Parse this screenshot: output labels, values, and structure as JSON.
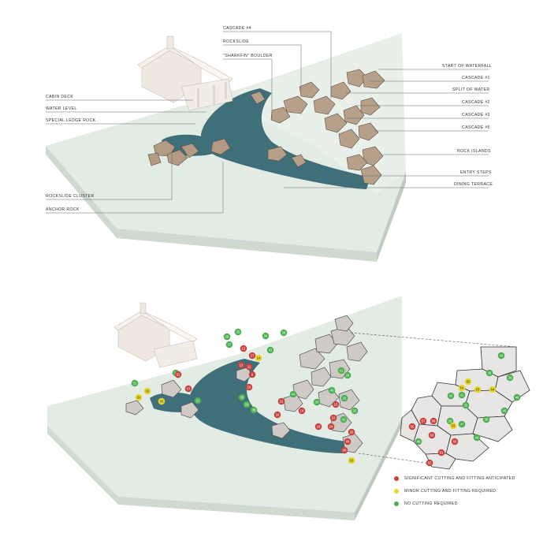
{
  "top_labels_left": [
    {
      "id": "cabin-deck",
      "text": "CABIN DECK"
    },
    {
      "id": "water-level",
      "text": "WATER LEVEL"
    },
    {
      "id": "special-ledge-rock",
      "text": "SPECIAL LEDGE ROCK"
    },
    {
      "id": "rockslide-cluster",
      "text": "ROCKSLIDE CLUSTER"
    },
    {
      "id": "anchor-rock",
      "text": "ANCHOR ROCK"
    }
  ],
  "top_labels_top": [
    {
      "id": "cascade-4",
      "text": "CASCADE #4"
    },
    {
      "id": "rockslide",
      "text": "ROCKSLIDE"
    },
    {
      "id": "sharkfin-boulder",
      "text": "\"SHARKFIN\" BOULDER"
    }
  ],
  "top_labels_right": [
    {
      "id": "start-of-waterfall",
      "text": "START OF WATERFALL"
    },
    {
      "id": "cascade-1",
      "text": "CASCADE #1"
    },
    {
      "id": "split-of-water",
      "text": "SPLIT OF WATER"
    },
    {
      "id": "cascade-2",
      "text": "CASCADE #2"
    },
    {
      "id": "cascade-3",
      "text": "CASCADE #3"
    },
    {
      "id": "cascade-5",
      "text": "CASCADE #5"
    },
    {
      "id": "rock-islands",
      "text": "ROCK ISLANDS"
    },
    {
      "id": "entry-steps",
      "text": "ENTRY STEPS"
    },
    {
      "id": "dining-terrace",
      "text": "DINING TERRACE"
    }
  ],
  "legend": [
    {
      "id": "significant",
      "text": "SIGNIFICANT CUTTING AND FITTING ANTICIPATED",
      "color": "#c8413f"
    },
    {
      "id": "minor",
      "text": "MINOR CUTTING AND FITTING REQUIRED",
      "color": "#e8d62a"
    },
    {
      "id": "none",
      "text": "NO CUTTING REQUIRED",
      "color": "#4caf50"
    }
  ],
  "colors": {
    "base": "#e2ebe3",
    "base_side": "#cad6cb",
    "base_front": "#d6e0d7",
    "water": "#3e6f78",
    "rock": "#b9a08a",
    "rock_dark": "#6b5a4c",
    "cabin": "#efe9e3"
  },
  "markers_top_model": [
    {
      "num": "28",
      "status": "none"
    },
    {
      "num": "35",
      "status": "none"
    },
    {
      "num": "34",
      "status": "none"
    },
    {
      "num": "36",
      "status": "none"
    },
    {
      "num": "27",
      "status": "none"
    },
    {
      "num": "12",
      "status": "significant"
    },
    {
      "num": "17",
      "status": "significant"
    },
    {
      "num": "13",
      "status": "significant"
    },
    {
      "num": "14",
      "status": "minor"
    },
    {
      "num": "43",
      "status": "none"
    },
    {
      "num": "11",
      "status": "significant"
    },
    {
      "num": "9",
      "status": "significant"
    },
    {
      "num": "30",
      "status": "none"
    },
    {
      "num": "31",
      "status": "none"
    },
    {
      "num": "02",
      "status": "minor"
    },
    {
      "num": "04",
      "status": "minor"
    },
    {
      "num": "05",
      "status": "minor"
    },
    {
      "num": "07",
      "status": "significant"
    },
    {
      "num": "01",
      "status": "significant"
    },
    {
      "num": "21",
      "status": "none"
    },
    {
      "num": "10",
      "status": "significant"
    },
    {
      "num": "29",
      "status": "none"
    },
    {
      "num": "39",
      "status": "none"
    },
    {
      "num": "38",
      "status": "none"
    },
    {
      "num": "16",
      "status": "significant"
    },
    {
      "num": "22",
      "status": "significant"
    },
    {
      "num": "44",
      "status": "none"
    },
    {
      "num": "19",
      "status": "significant"
    },
    {
      "num": "33",
      "status": "none"
    },
    {
      "num": "40",
      "status": "none"
    },
    {
      "num": "41",
      "status": "none"
    },
    {
      "num": "42",
      "status": "none"
    },
    {
      "num": "32",
      "status": "none"
    },
    {
      "num": "25",
      "status": "none"
    },
    {
      "num": "26",
      "status": "none"
    },
    {
      "num": "15",
      "status": "significant"
    },
    {
      "num": "18",
      "status": "significant"
    },
    {
      "num": "23",
      "status": "significant"
    },
    {
      "num": "24",
      "status": "significant"
    },
    {
      "num": "20",
      "status": "significant"
    },
    {
      "num": "08",
      "status": "significant"
    },
    {
      "num": "06",
      "status": "significant"
    },
    {
      "num": "03",
      "status": "minor"
    }
  ],
  "markers_callout": [
    {
      "num": "43",
      "status": "none"
    },
    {
      "num": "38",
      "status": "none"
    },
    {
      "num": "39",
      "status": "none"
    },
    {
      "num": "63",
      "status": "minor"
    },
    {
      "num": "64",
      "status": "minor"
    },
    {
      "num": "55",
      "status": "minor"
    },
    {
      "num": "54",
      "status": "minor"
    },
    {
      "num": "42",
      "status": "none"
    },
    {
      "num": "41",
      "status": "none"
    },
    {
      "num": "35",
      "status": "none"
    },
    {
      "num": "28",
      "status": "none"
    },
    {
      "num": "30",
      "status": "none"
    },
    {
      "num": "49",
      "status": "none"
    },
    {
      "num": "53",
      "status": "minor"
    },
    {
      "num": "58",
      "status": "significant"
    },
    {
      "num": "57",
      "status": "significant"
    },
    {
      "num": "56",
      "status": "significant"
    },
    {
      "num": "59",
      "status": "significant"
    },
    {
      "num": "60",
      "status": "significant"
    },
    {
      "num": "61",
      "status": "significant"
    },
    {
      "num": "62",
      "status": "significant"
    },
    {
      "num": "48",
      "status": "none"
    },
    {
      "num": "47",
      "status": "none"
    },
    {
      "num": "46",
      "status": "none"
    },
    {
      "num": "45",
      "status": "none"
    }
  ]
}
